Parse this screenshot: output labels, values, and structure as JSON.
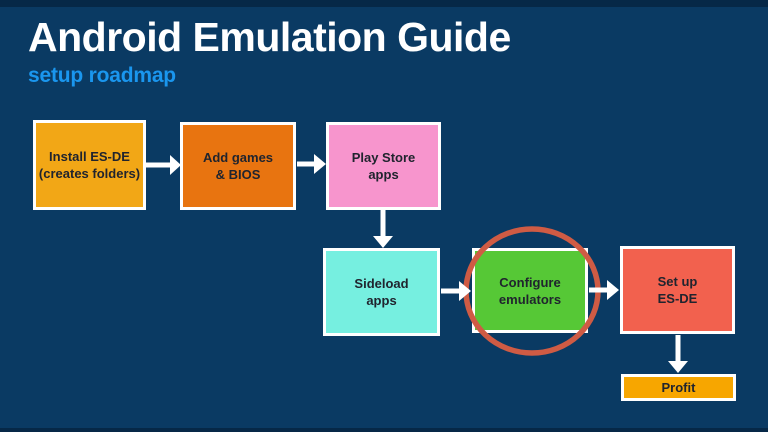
{
  "slide": {
    "title": "Android Emulation Guide",
    "subtitle": "setup roadmap"
  },
  "colors": {
    "background": "#0a3a63",
    "title": "#ffffff",
    "subtitle": "#1a96ee",
    "box_border": "#ffffff",
    "box_text": "#20242e",
    "arrow": "#ffffff",
    "highlight_circle": "#cf5b44"
  },
  "diagram": {
    "nodes": [
      {
        "id": "install-esde",
        "label": "Install ES-DE\n(creates folders)",
        "color": "#f2a716"
      },
      {
        "id": "add-games-bios",
        "label": "Add games\n& BIOS",
        "color": "#e87410"
      },
      {
        "id": "play-store-apps",
        "label": "Play Store\napps",
        "color": "#f795cd"
      },
      {
        "id": "sideload-apps",
        "label": "Sideload\napps",
        "color": "#76efe0"
      },
      {
        "id": "configure-emulators",
        "label": "Configure\nemulators",
        "color": "#56c836",
        "highlighted": true
      },
      {
        "id": "setup-esde",
        "label": "Set up\nES-DE",
        "color": "#f2614e"
      },
      {
        "id": "profit",
        "label": "Profit",
        "color": "#f7a600"
      }
    ],
    "edges": [
      {
        "from": "install-esde",
        "to": "add-games-bios"
      },
      {
        "from": "add-games-bios",
        "to": "play-store-apps"
      },
      {
        "from": "play-store-apps",
        "to": "sideload-apps"
      },
      {
        "from": "sideload-apps",
        "to": "configure-emulators"
      },
      {
        "from": "configure-emulators",
        "to": "setup-esde"
      },
      {
        "from": "setup-esde",
        "to": "profit"
      }
    ],
    "highlight": {
      "shape": "circle",
      "around": "configure-emulators",
      "color": "#cf5b44"
    }
  }
}
